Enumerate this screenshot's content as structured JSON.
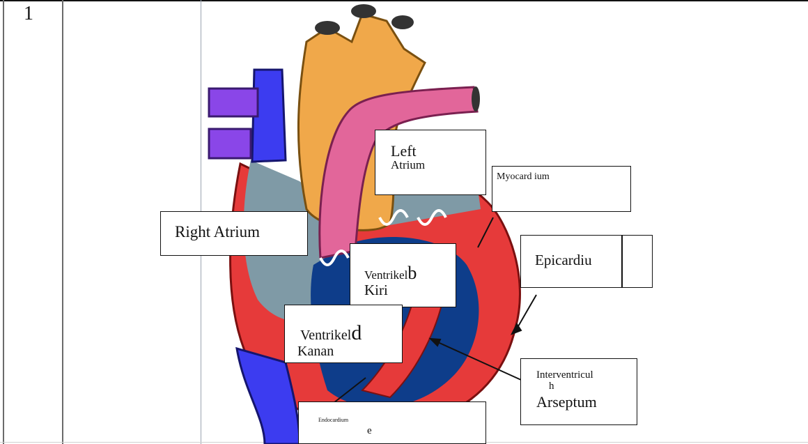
{
  "row": {
    "number": "1"
  },
  "labels": {
    "left_atrium": {
      "line1": "Left",
      "line2": "Atrium"
    },
    "myocardium": {
      "text": "Myocard ium"
    },
    "right_atrium": {
      "text": "Right Atrium"
    },
    "epicardium": {
      "text": "Epicardiu"
    },
    "left_ventricle": {
      "line1a": "Ventrikel",
      "line1b": "b",
      "line2": "Kiri"
    },
    "right_ventricle": {
      "line1a": "Ventrikel",
      "line1b": "d",
      "line2": "Kanan"
    },
    "septum": {
      "line1": "Interventricul",
      "line2": "h",
      "line3": "Arseptum"
    },
    "endocardium": {
      "line1": "Endocardium",
      "line2": "e"
    }
  },
  "colors": {
    "aorta": "#f0a84a",
    "pulmonary_artery": "#e2669a",
    "vena_cava": "#3c3cf0",
    "pulmonary_vein": "#8a46e8",
    "myocardium": "#e63a3a",
    "right_chamber": "#7f9aa6",
    "left_chamber": "#0e3d8a",
    "valve": "#ffffff"
  }
}
